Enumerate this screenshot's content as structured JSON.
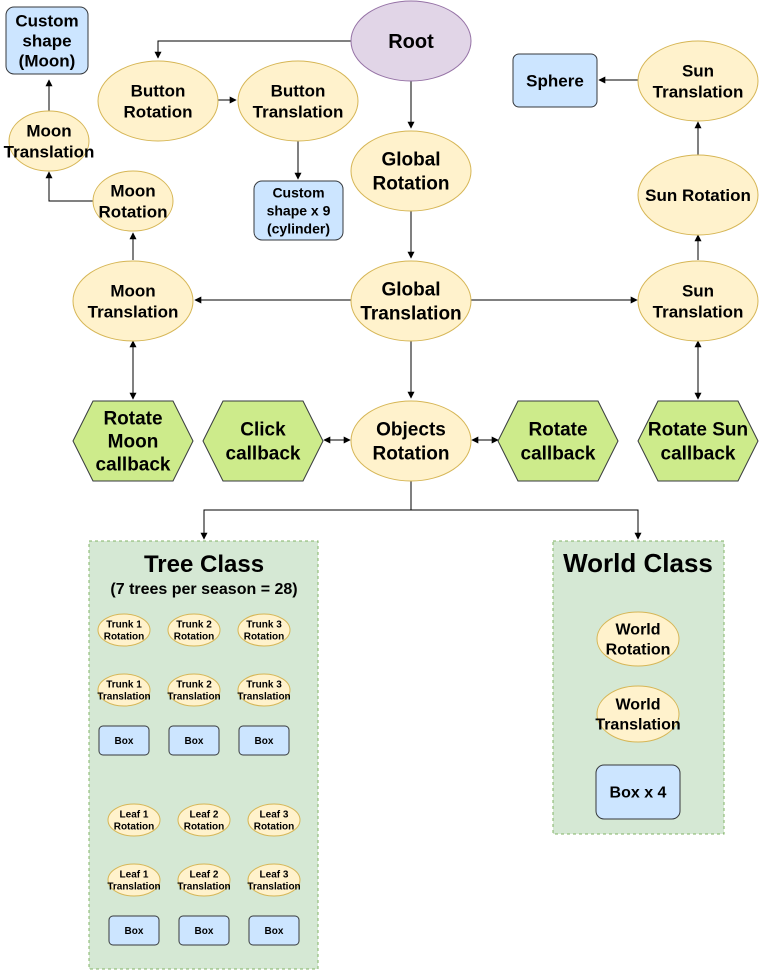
{
  "colors": {
    "root_fill": "#e1d5e7",
    "root_stroke": "#9673a6",
    "transform_fill": "#fff2cc",
    "transform_stroke": "#d6b656",
    "shape_fill": "#cce5ff",
    "shape_stroke": "#36393d",
    "callback_fill": "#cdeb8b",
    "callback_stroke": "#36393d",
    "class_fill": "#d5e8d4",
    "class_stroke": "#82b366"
  },
  "nodes": {
    "root": "Root",
    "custom_shape_moon": [
      "Custom",
      "shape",
      "(Moon)"
    ],
    "moon_translation_top": [
      "Moon",
      "Translation"
    ],
    "moon_rotation": [
      "Moon",
      "Rotation"
    ],
    "button_rotation": [
      "Button",
      "Rotation"
    ],
    "button_translation": [
      "Button",
      "Translation"
    ],
    "custom_shape_cylinder": [
      "Custom",
      "shape x 9",
      "(cylinder)"
    ],
    "global_rotation": [
      "Global",
      "Rotation"
    ],
    "sphere": "Sphere",
    "sun_translation_top": [
      "Sun",
      "Translation"
    ],
    "sun_rotation": "Sun Rotation",
    "moon_translation": [
      "Moon",
      "Translation"
    ],
    "global_translation": [
      "Global",
      "Translation"
    ],
    "sun_translation": [
      "Sun",
      "Translation"
    ],
    "rotate_moon_callback": [
      "Rotate",
      "Moon",
      "callback"
    ],
    "click_callback": [
      "Click",
      "callback"
    ],
    "objects_rotation": [
      "Objects",
      "Rotation"
    ],
    "rotate_callback": [
      "Rotate",
      "callback"
    ],
    "rotate_sun_callback": [
      "Rotate Sun",
      "callback"
    ]
  },
  "tree_class": {
    "title": "Tree Class",
    "subtitle": "(7 trees per season = 28)",
    "trunks": [
      {
        "rotation": [
          "Trunk 1",
          "Rotation"
        ],
        "translation": [
          "Trunk 1",
          "Translation"
        ],
        "box": "Box"
      },
      {
        "rotation": [
          "Trunk 2",
          "Rotation"
        ],
        "translation": [
          "Trunk 2",
          "Translation"
        ],
        "box": "Box"
      },
      {
        "rotation": [
          "Trunk 3",
          "Rotation"
        ],
        "translation": [
          "Trunk 3",
          "Translation"
        ],
        "box": "Box"
      }
    ],
    "leaves": [
      {
        "rotation": [
          "Leaf 1",
          "Rotation"
        ],
        "translation": [
          "Leaf 1",
          "Translation"
        ],
        "box": "Box"
      },
      {
        "rotation": [
          "Leaf 2",
          "Rotation"
        ],
        "translation": [
          "Leaf 2",
          "Translation"
        ],
        "box": "Box"
      },
      {
        "rotation": [
          "Leaf 3",
          "Rotation"
        ],
        "translation": [
          "Leaf 3",
          "Translation"
        ],
        "box": "Box"
      }
    ]
  },
  "world_class": {
    "title": "World Class",
    "world_rotation": [
      "World",
      "Rotation"
    ],
    "world_translation": [
      "World",
      "Translation"
    ],
    "box": "Box x 4"
  }
}
